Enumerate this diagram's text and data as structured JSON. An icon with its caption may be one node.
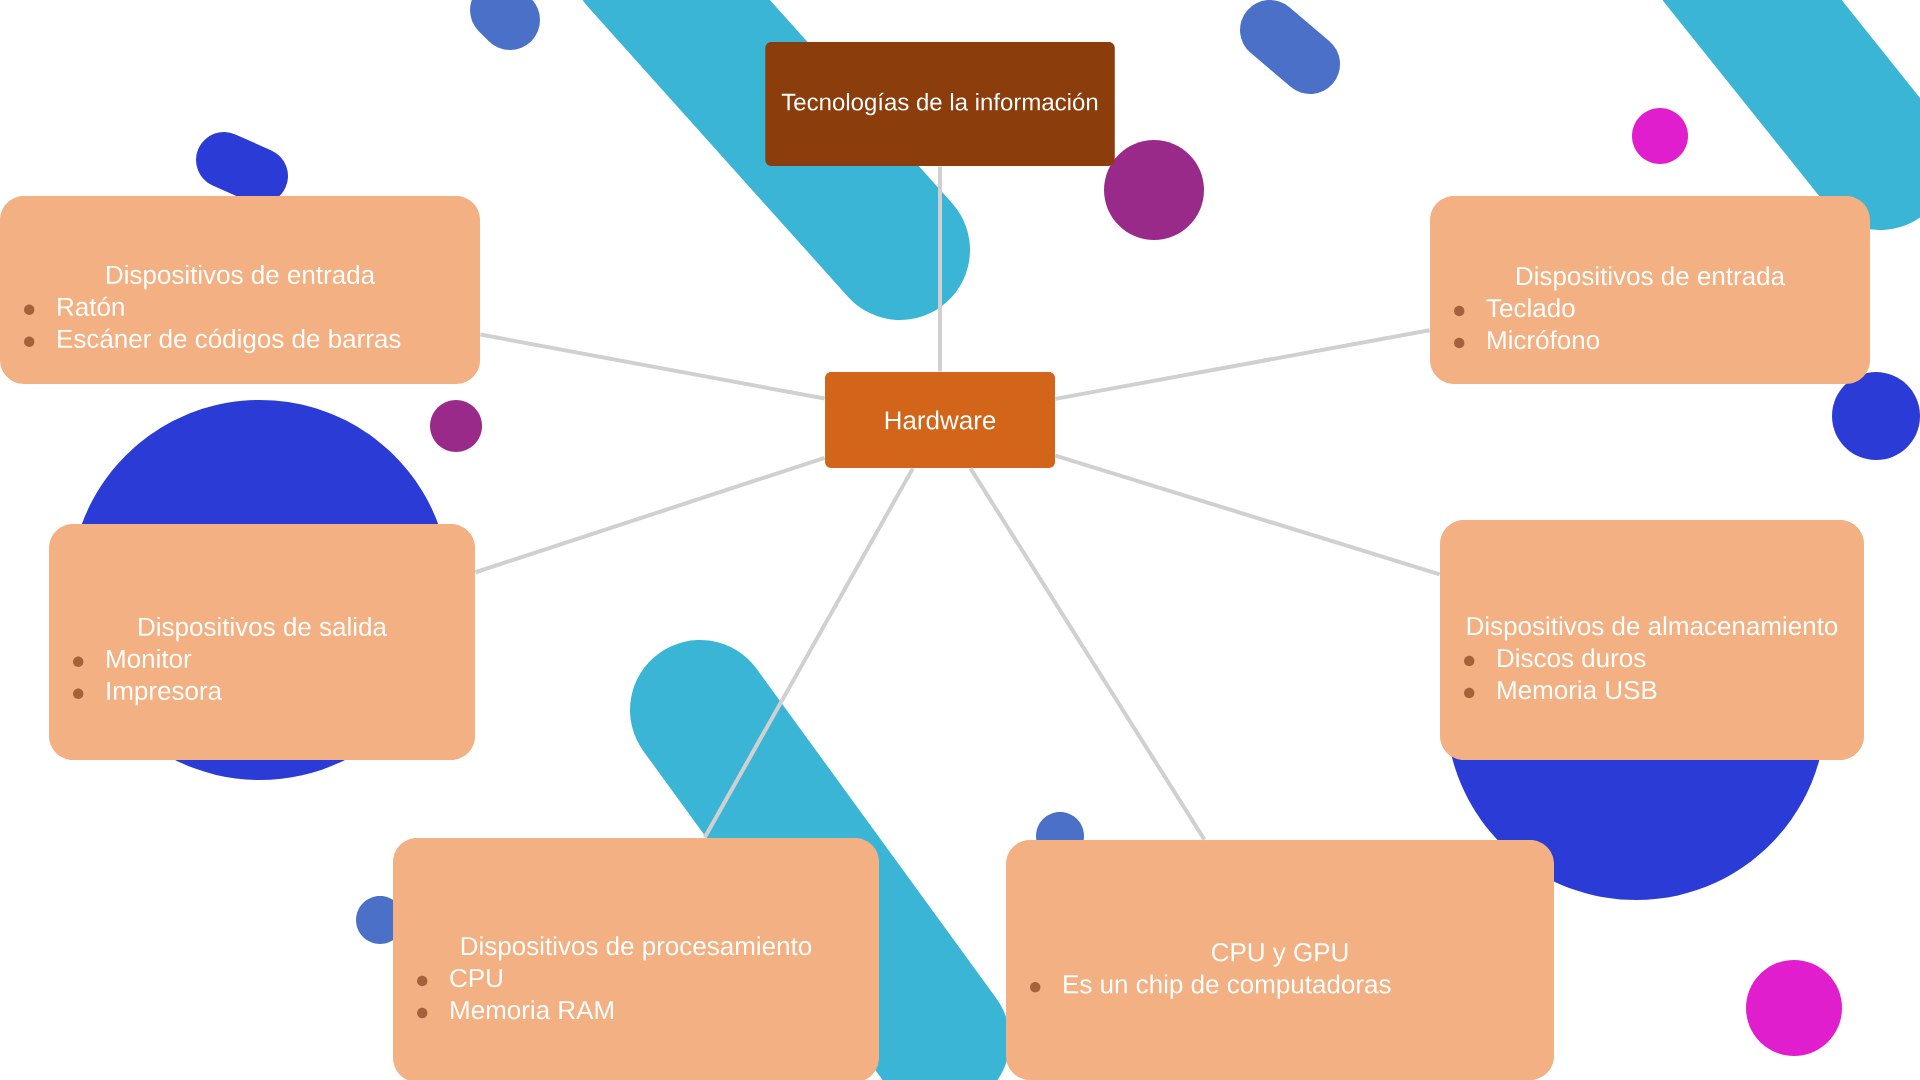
{
  "diagram": {
    "nodes": [
      {
        "text": [
          "Tecnologías de la información"
        ]
      },
      {
        "text": [
          "Hardware"
        ]
      },
      {
        "text": [
          "Dispositivos de entrada",
          "Ratón",
          "Escáner de códigos de barras"
        ]
      },
      {
        "text": [
          "Dispositivos de entrada",
          "Teclado",
          "Micrófono"
        ]
      },
      {
        "text": [
          "Dispositivos de salida",
          "Monitor",
          "Impresora"
        ]
      },
      {
        "text": [
          "Dispositivos de almacenamiento",
          "Discos duros",
          "Memoria USB"
        ]
      },
      {
        "text": [
          "Dispositivos de procesamiento",
          "CPU",
          "Memoria RAM"
        ]
      },
      {
        "text": [
          "CPU y GPU",
          "Es un chip de computadoras"
        ]
      }
    ],
    "edges": [
      {
        "from": 0,
        "to": 1,
        "arrow": "none"
      },
      {
        "from": 1,
        "to": 2,
        "arrow": "none"
      },
      {
        "from": 1,
        "to": 3,
        "arrow": "none"
      },
      {
        "from": 1,
        "to": 4,
        "arrow": "none"
      },
      {
        "from": 1,
        "to": 5,
        "arrow": "none"
      },
      {
        "from": 1,
        "to": 6,
        "arrow": "none"
      },
      {
        "from": 1,
        "to": 7,
        "arrow": "none"
      }
    ]
  }
}
